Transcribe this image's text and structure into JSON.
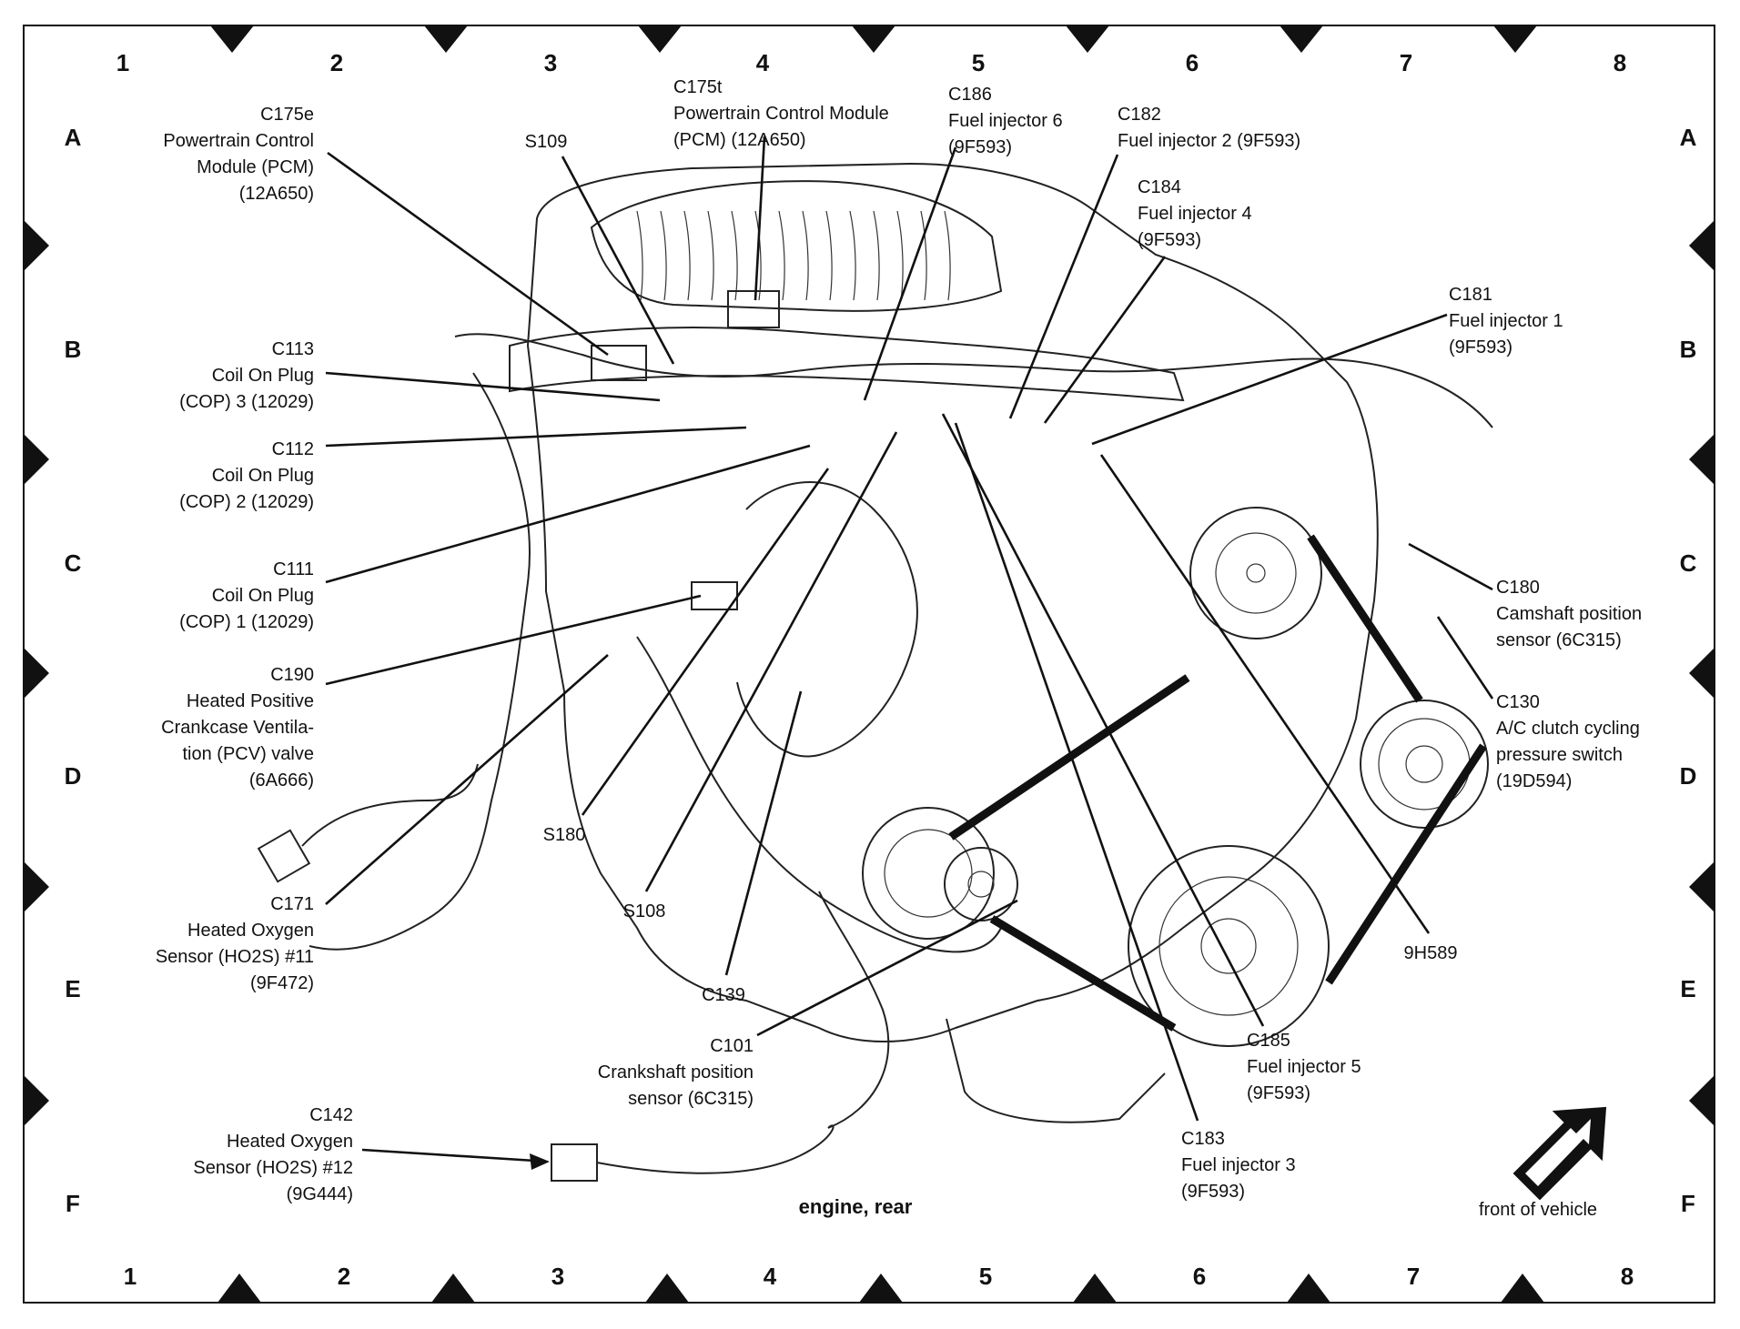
{
  "grid": {
    "columns": [
      "1",
      "2",
      "3",
      "4",
      "5",
      "6",
      "7",
      "8"
    ],
    "rows": [
      "A",
      "B",
      "C",
      "D",
      "E",
      "F"
    ]
  },
  "caption": "engine, rear",
  "orientation_label": "front of vehicle",
  "callouts": {
    "c175e": [
      "C175e",
      "Powertrain Control",
      "Module (PCM)",
      "(12A650)"
    ],
    "c175t": [
      "C175t",
      "Powertrain Control Module",
      "(PCM) (12A650)"
    ],
    "s109": [
      "S109"
    ],
    "c186": [
      "C186",
      "Fuel injector 6",
      "(9F593)"
    ],
    "c182": [
      "C182",
      "Fuel injector 2 (9F593)"
    ],
    "c184": [
      "C184",
      "Fuel injector 4",
      "(9F593)"
    ],
    "c181": [
      "C181",
      "Fuel injector 1",
      "(9F593)"
    ],
    "c113": [
      "C113",
      "Coil On Plug",
      "(COP) 3 (12029)"
    ],
    "c112": [
      "C112",
      "Coil On Plug",
      "(COP) 2 (12029)"
    ],
    "c111": [
      "C111",
      "Coil On Plug",
      "(COP) 1 (12029)"
    ],
    "c190": [
      "C190",
      "Heated Positive",
      "Crankcase Ventila-",
      "tion (PCV) valve",
      "(6A666)"
    ],
    "c180": [
      "C180",
      "Camshaft position",
      "sensor (6C315)"
    ],
    "c130": [
      "C130",
      "A/C clutch cycling",
      "pressure switch",
      "(19D594)"
    ],
    "s180": [
      "S180"
    ],
    "s108": [
      "S108"
    ],
    "c171": [
      "C171",
      "Heated Oxygen",
      "Sensor (HO2S) #11",
      "(9F472)"
    ],
    "c139": [
      "C139"
    ],
    "h589": [
      "9H589"
    ],
    "c101": [
      "C101",
      "Crankshaft position",
      "sensor (6C315)"
    ],
    "c185": [
      "C185",
      "Fuel injector 5",
      "(9F593)"
    ],
    "c183": [
      "C183",
      "Fuel injector 3",
      "(9F593)"
    ],
    "c142": [
      "C142",
      "Heated Oxygen",
      "Sensor (HO2S) #12",
      "(9G444)"
    ]
  }
}
